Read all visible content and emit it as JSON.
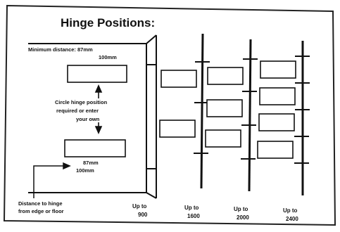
{
  "title": "Hinge Positions:",
  "min_distance_label_line1": "Minimum distance: 87mm",
  "min_distance_label_line2": "100mm",
  "circle_instruction": [
    "Circle hinge position",
    "required or enter",
    "your own"
  ],
  "bottom_distance_line1": "87mm",
  "bottom_distance_line2": "100mm",
  "edge_note_line1": "Distance to hinge",
  "edge_note_line2": "from edge or floor",
  "size_columns": [
    {
      "label_line1": "Up to",
      "label_line2": "900"
    },
    {
      "label_line1": "Up to",
      "label_line2": "1600"
    },
    {
      "label_line1": "Up to",
      "label_line2": "2000"
    },
    {
      "label_line1": "Up to",
      "label_line2": "2400"
    }
  ],
  "colors": {
    "ink": "#111111",
    "paper": "#ffffff",
    "border": "#222222"
  }
}
